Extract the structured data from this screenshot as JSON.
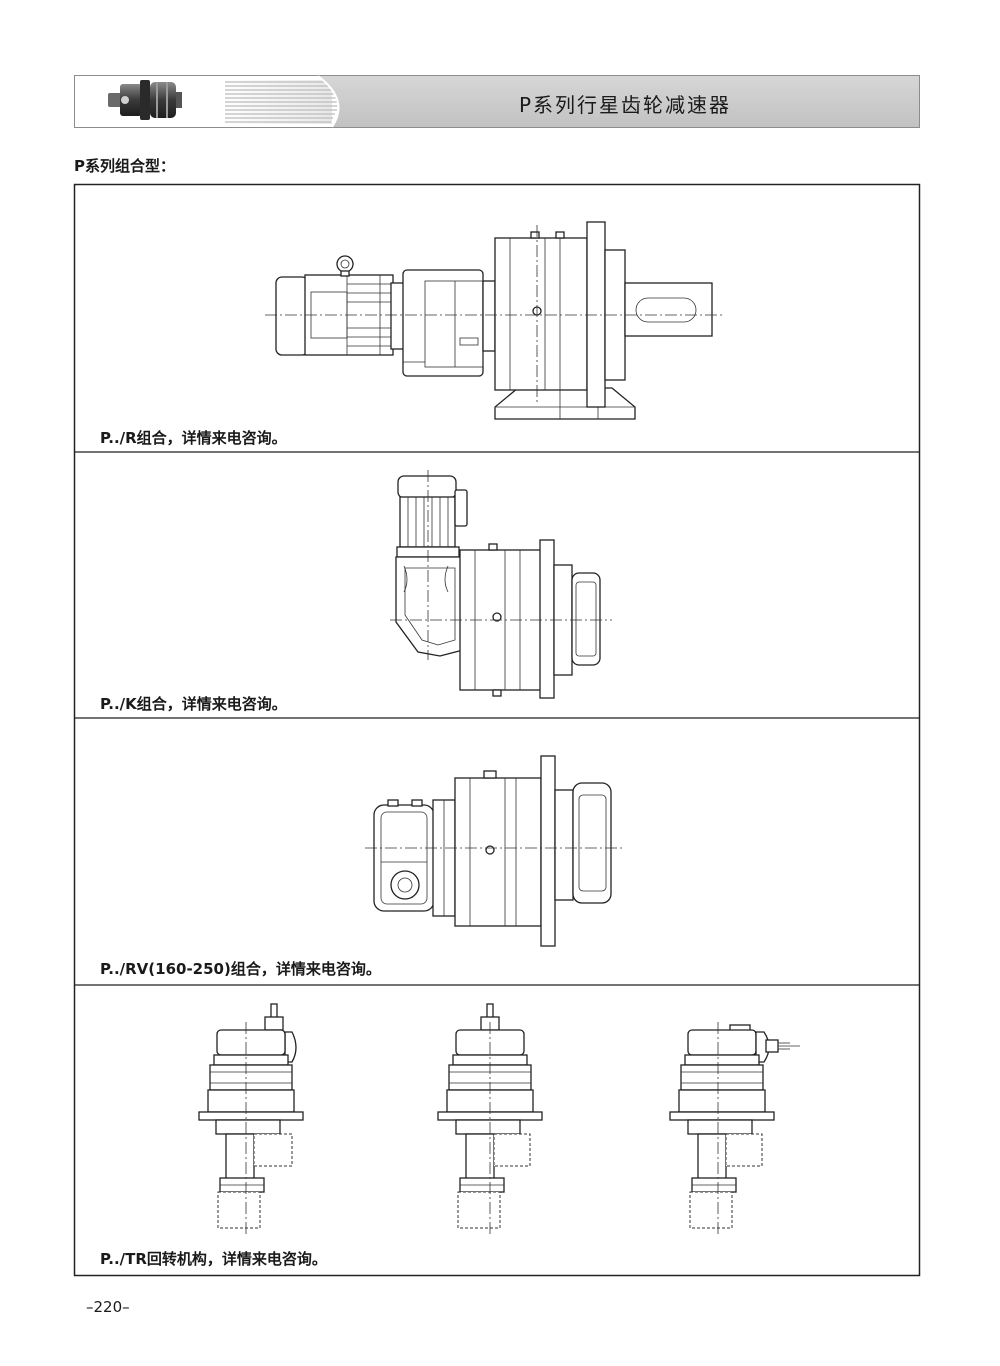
{
  "header": {
    "title": "P系列行星齿轮减速器",
    "logo_icon": "planetary-gearbox-icon"
  },
  "section_title": "P系列组合型：",
  "panels": [
    {
      "caption": "P../R组合，详情来电咨询。"
    },
    {
      "caption": "P../K组合，详情来电咨询。"
    },
    {
      "caption": "P../RV(160-250)组合，详情来电咨询。"
    },
    {
      "caption": "P../TR回转机构，详情来电咨询。"
    }
  ],
  "page_number": "–220–",
  "colors": {
    "header_band": "#c8c8c8",
    "line": "#222222"
  }
}
